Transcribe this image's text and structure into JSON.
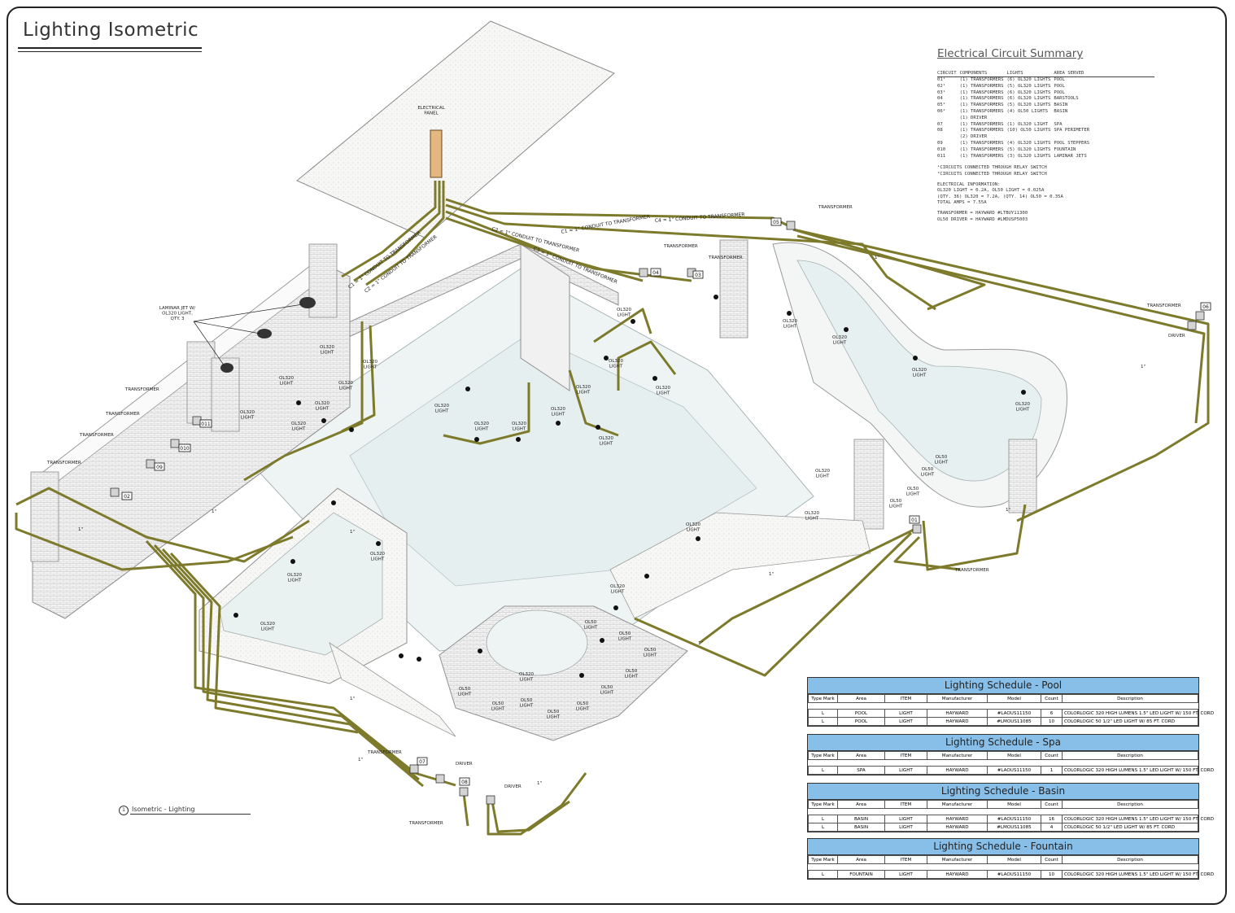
{
  "sheet": {
    "title": "Lighting Isometric",
    "view_label_number": "1",
    "view_label_text": "Isometric - Lighting"
  },
  "plan_labels": {
    "electrical_panel": "ELECTRICAL\nPANEL",
    "laminar_jet": "LAMINAR JET W/\nOL320 LIGHT,\nQTY. 3",
    "conduits": [
      "C1 = 1\" CONDUIT TO TRANSFORMER",
      "C2 = 1\" CONDUIT TO TRANSFORMER",
      "C3 = 1\" CONDUIT TO TRANSFORMER",
      "C4 = 1\" CONDUIT TO TRANSFORMER"
    ],
    "transformer": "TRANSFORMER",
    "driver": "DRIVER",
    "ol320_light": "OL320\nLIGHT",
    "ol50_light": "OL50\nLIGHT",
    "conduit_tag": "1\"",
    "tags": [
      "01",
      "02",
      "03",
      "04",
      "05",
      "06",
      "07",
      "08",
      "09",
      "010",
      "011"
    ]
  },
  "circuit_summary": {
    "title": "Electrical Circuit Summary",
    "headers": [
      "CIRCUIT",
      "COMPONENTS",
      "LIGHTS",
      "AREA SERVED"
    ],
    "rows": [
      [
        "01¹",
        "(1) TRANSFORMERS",
        "(6) OL320 LIGHTS",
        "POOL"
      ],
      [
        "02¹",
        "(1) TRANSFORMERS",
        "(5) OL320 LIGHTS",
        "POOL"
      ],
      [
        "03¹",
        "(1) TRANSFORMERS",
        "(6) OL320 LIGHTS",
        "POOL"
      ],
      [
        "04",
        "(1) TRANSFORMERS",
        "(6) OL320 LIGHTS",
        "BARSTOOLS"
      ],
      [
        "05²",
        "(1) TRANSFORMERS",
        "(5) OL320 LIGHTS",
        "BASIN"
      ],
      [
        "06²",
        "(1) TRANSFORMERS",
        "(4) OL50 LIGHTS",
        "BASIN"
      ],
      [
        "",
        "(1) DRIVER",
        "",
        ""
      ],
      [
        "07",
        "(1) TRANSFORMERS",
        "(1) OL320 LIGHT",
        "SPA"
      ],
      [
        "08",
        "(1) TRANSFORMERS",
        "(10) OL50 LIGHTS",
        "SPA PERIMETER"
      ],
      [
        "",
        "(2) DRIVER",
        "",
        ""
      ],
      [
        "09",
        "(1) TRANSFORMERS",
        "(4) OL320 LIGHTS",
        "POOL STEPPERS"
      ],
      [
        "010",
        "(1) TRANSFORMERS",
        "(5) OL320 LIGHTS",
        "FOUNTAIN"
      ],
      [
        "011",
        "(1) TRANSFORMERS",
        "(3) OL320 LIGHTS",
        "LAMINAR JETS"
      ]
    ],
    "footnotes": [
      "¹CIRCUITS CONNECTED THROUGH RELAY SWITCH",
      "²CIRCUITS CONNECTED THROUGH RELAY SWITCH"
    ],
    "electrical_info": [
      "ELECTRICAL INFORMATION:",
      "OL320 LIGHT = 0.2A, OL50 LIGHT = 0.025A",
      "(QTY. 36) OL320 = 7.2A, (QTY. 14) OL50 = 0.35A",
      "TOTAL AMPS = 7.55A"
    ],
    "equipment": [
      "TRANSFORMER = HAYWARD #LTBUY11300",
      "OL50 DRIVER = HAYWARD #LMDUSP5003"
    ]
  },
  "schedule_headers": [
    "Type Mark",
    "Area",
    "ITEM",
    "Manufacturer",
    "Model",
    "Count",
    "Description"
  ],
  "schedules": [
    {
      "title": "Lighting Schedule - Pool",
      "rows": [
        [
          "L",
          "POOL",
          "LIGHT",
          "HAYWARD",
          "#LAOUS11150",
          "6",
          "COLORLOGIC 320 HIGH LUMENS 1.5\" LED LIGHT W/ 150 FT. CORD"
        ],
        [
          "L",
          "POOL",
          "LIGHT",
          "HAYWARD",
          "#LMOUS11085",
          "10",
          "COLORLOGIC 50 1/2\" LED LIGHT W/ 85 FT. CORD"
        ]
      ]
    },
    {
      "title": "Lighting Schedule - Spa",
      "rows": [
        [
          "L",
          "SPA",
          "LIGHT",
          "HAYWARD",
          "#LAOUS11150",
          "1",
          "COLORLOGIC 320 HIGH LUMENS 1.5\" LED LIGHT W/ 150 FT. CORD"
        ]
      ]
    },
    {
      "title": "Lighting Schedule - Basin",
      "rows": [
        [
          "L",
          "BASIN",
          "LIGHT",
          "HAYWARD",
          "#LAOUS11150",
          "16",
          "COLORLOGIC 320 HIGH LUMENS 1.5\" LED LIGHT W/ 150 FT. CORD"
        ],
        [
          "L",
          "BASIN",
          "LIGHT",
          "HAYWARD",
          "#LMOUS11085",
          "4",
          "COLORLOGIC 50 1/2\" LED LIGHT W/ 85 FT. CORD"
        ]
      ]
    },
    {
      "title": "Lighting Schedule - Fountain",
      "rows": [
        [
          "L",
          "FOUNTAIN",
          "LIGHT",
          "HAYWARD",
          "#LAOUS11150",
          "10",
          "COLORLOGIC 320 HIGH LUMENS 1.5\" LED LIGHT W/ 150 FT. CORD"
        ]
      ]
    }
  ],
  "colors": {
    "conduit": "#7d7a2c",
    "schedule_header": "#88bfe8",
    "structure": "#9aa0a6",
    "water": "#e9f1f1"
  }
}
